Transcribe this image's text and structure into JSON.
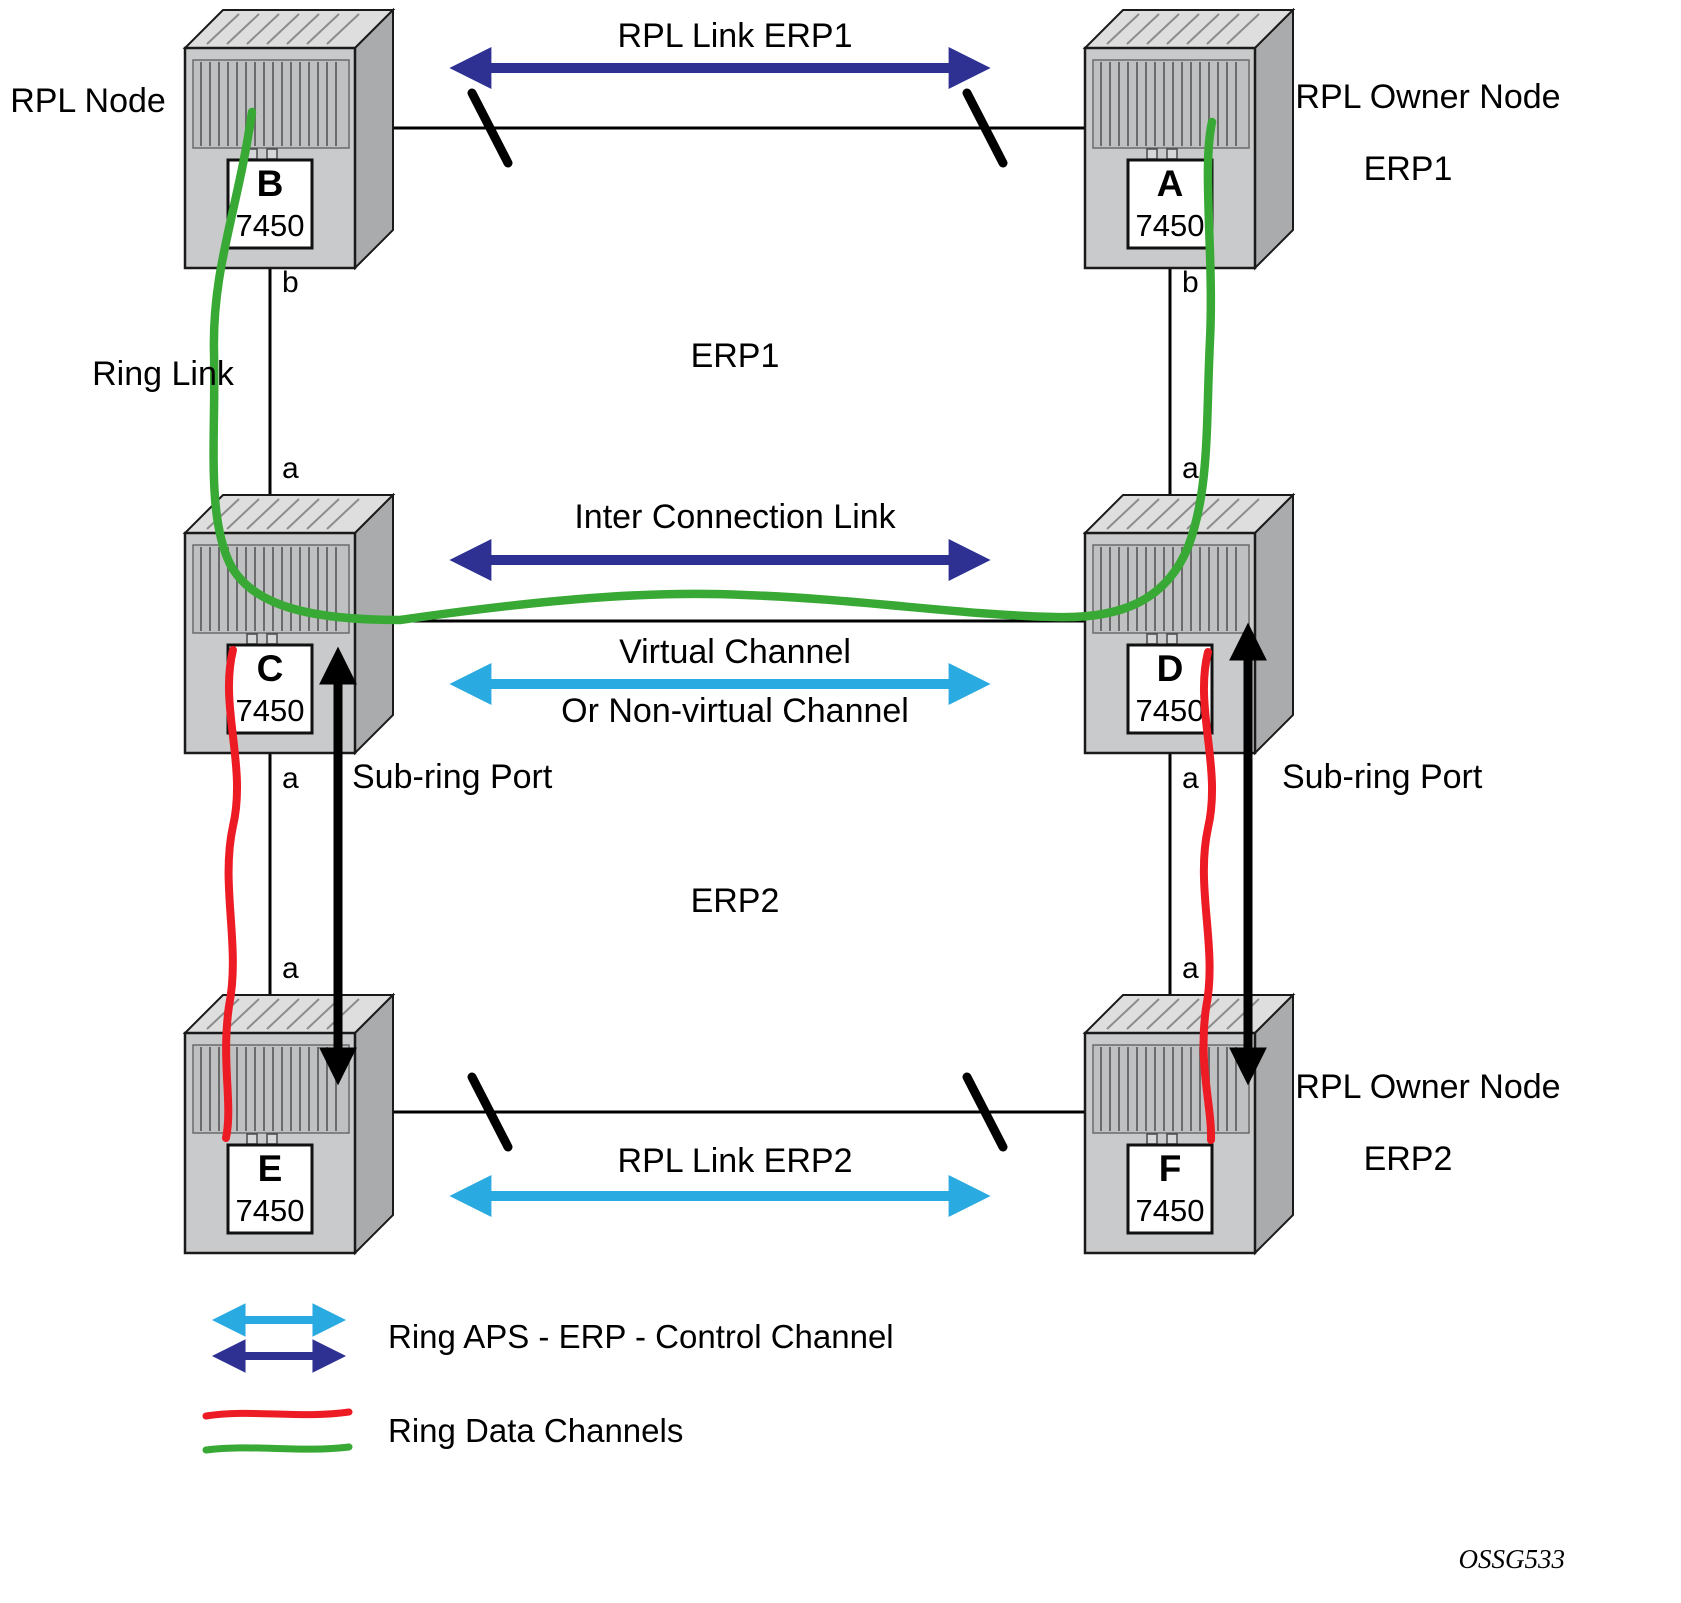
{
  "diagram": {
    "labels": {
      "rpl_node": "RPL Node",
      "rpl_link_erp1": "RPL Link ERP1",
      "rpl_owner_node_top": "RPL Owner Node",
      "erp1_right": "ERP1",
      "ring_link": "Ring Link",
      "erp1_center": "ERP1",
      "inter_connection_link": "Inter Connection Link",
      "virtual_channel": "Virtual Channel",
      "non_virtual_channel": "Or Non-virtual Channel",
      "sub_ring_port_left": "Sub-ring Port",
      "sub_ring_port_right": "Sub-ring Port",
      "erp2_center": "ERP2",
      "rpl_link_erp2": "RPL Link ERP2",
      "rpl_owner_node_bottom": "RPL Owner Node",
      "erp2_right": "ERP2",
      "watermark": "OSSG533"
    },
    "nodes": {
      "a": {
        "letter": "A",
        "model": "7450"
      },
      "b": {
        "letter": "B",
        "model": "7450"
      },
      "c": {
        "letter": "C",
        "model": "7450"
      },
      "d": {
        "letter": "D",
        "model": "7450"
      },
      "e": {
        "letter": "E",
        "model": "7450"
      },
      "f": {
        "letter": "F",
        "model": "7450"
      }
    },
    "ports": {
      "b_bottom": "b",
      "a_bottom": "b",
      "c_top": "a",
      "d_top": "a",
      "c_bottom": "a",
      "d_bottom": "a",
      "e_top": "a",
      "f_top": "a"
    },
    "legend": {
      "control_channel": "Ring APS - ERP - Control Channel",
      "data_channels": "Ring Data Channels"
    },
    "colors": {
      "dark_blue": "#2e3192",
      "light_blue": "#29abe2",
      "green": "#39a935",
      "red": "#ed1c24",
      "black": "#000000",
      "chassis_front": "#c9cacb",
      "chassis_top": "#dedede",
      "chassis_side": "#aaabad"
    }
  }
}
